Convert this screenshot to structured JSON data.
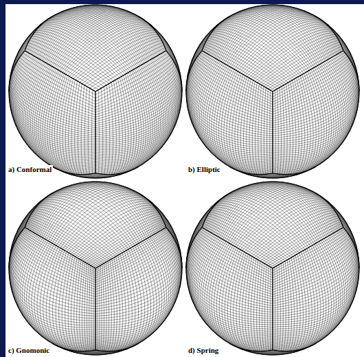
{
  "diagram": {
    "labels": [
      "a) Conformal",
      "b) Elliptic",
      "c) Gnomonic",
      "d) Spring"
    ]
  }
}
